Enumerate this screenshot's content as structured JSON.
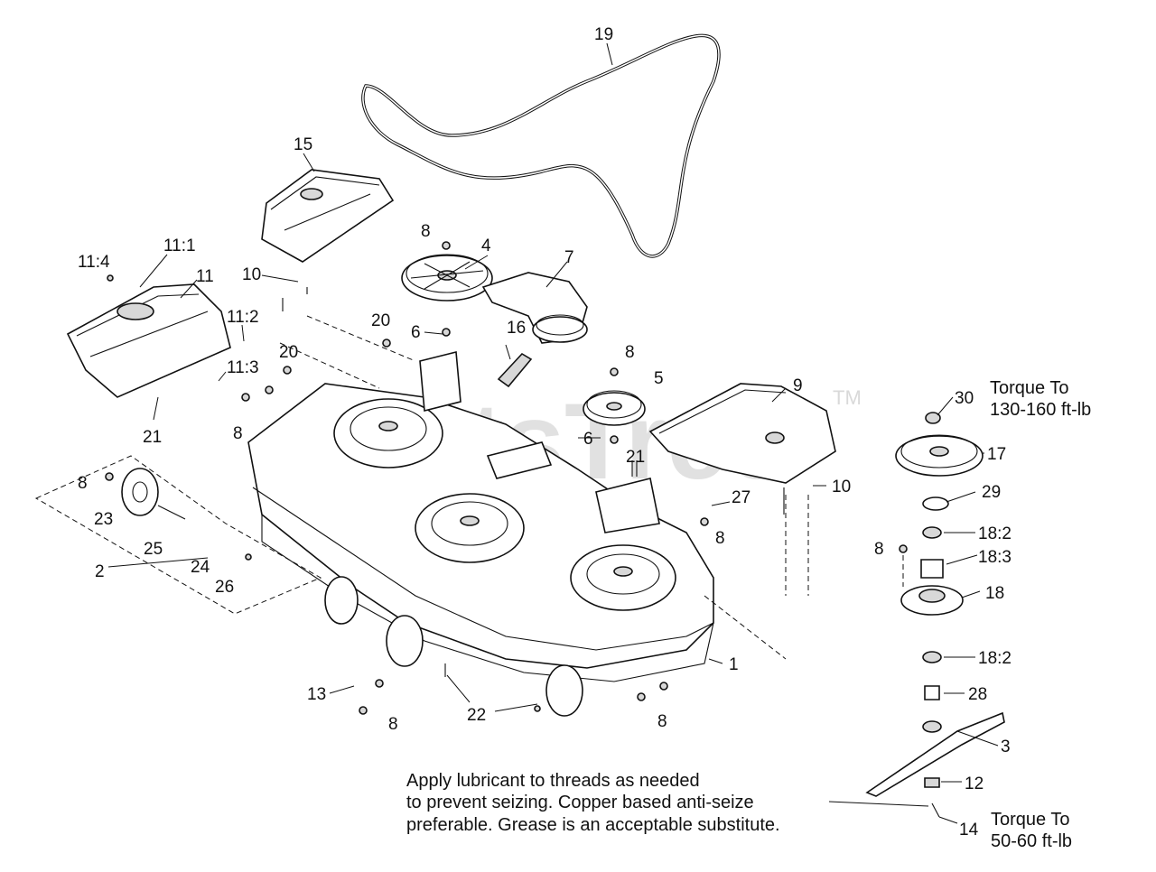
{
  "watermark": {
    "text": "PartsTree",
    "tm": "TM"
  },
  "note": {
    "lines": [
      "Apply lubricant to threads as needed",
      "to prevent seizing. Copper based anti-seize",
      "preferable. Grease is an acceptable substitute."
    ]
  },
  "torque_top": {
    "line1": "Torque To",
    "line2": "130-160 ft-lb"
  },
  "torque_bottom": {
    "line1": "Torque To",
    "line2": "50-60 ft-lb"
  },
  "callouts": [
    "19",
    "15",
    "8",
    "4",
    "7",
    "11:4",
    "11:1",
    "11",
    "10",
    "11:2",
    "20",
    "20",
    "6",
    "16",
    "8",
    "5",
    "9",
    "11:3",
    "8",
    "21",
    "6",
    "30",
    "17",
    "21",
    "10",
    "8",
    "27",
    "29",
    "23",
    "8",
    "18:2",
    "25",
    "8",
    "18:3",
    "2",
    "24",
    "26",
    "18",
    "18:2",
    "1",
    "13",
    "28",
    "22",
    "8",
    "8",
    "3",
    "12",
    "14"
  ]
}
